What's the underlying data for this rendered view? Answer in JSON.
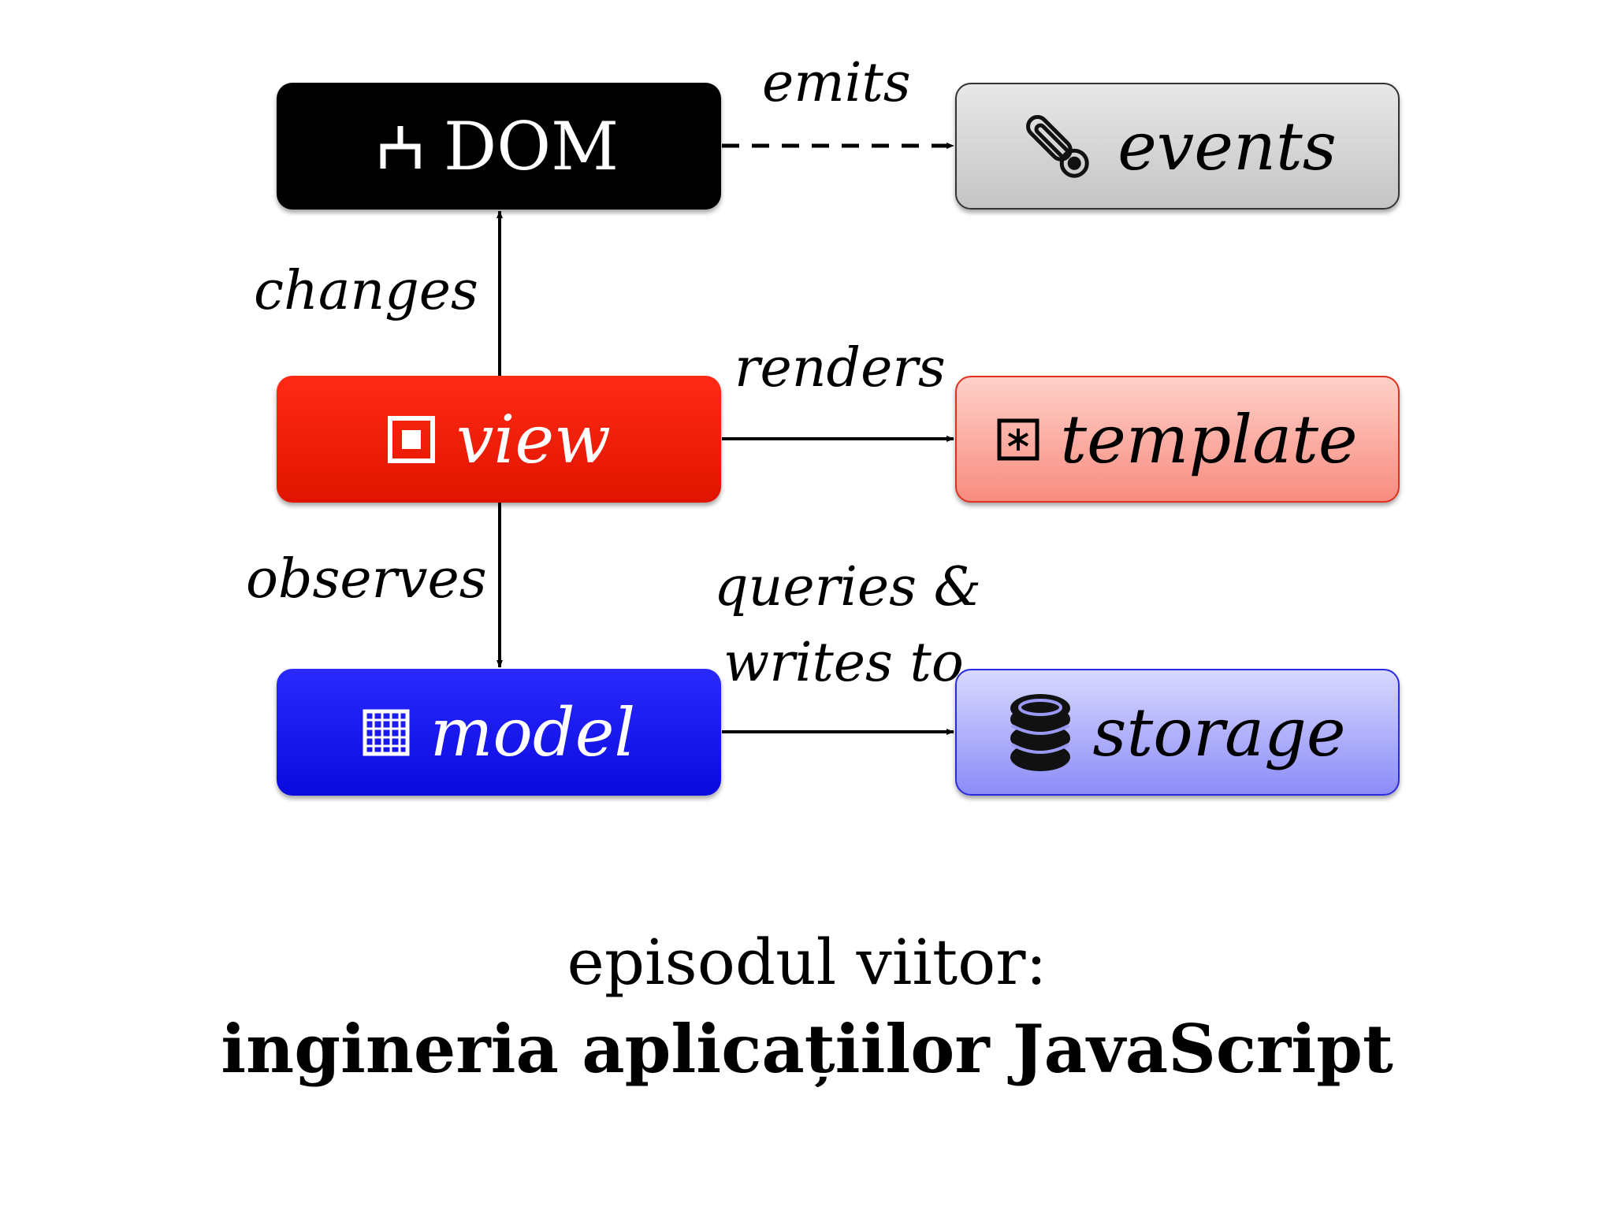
{
  "nodes": {
    "dom": {
      "label": "DOM",
      "icon": "tree-branch-icon",
      "color": "#000000"
    },
    "events": {
      "label": "events",
      "icon": "thermometer-icon",
      "color": "#d0d0d0"
    },
    "view": {
      "label": "view",
      "icon": "square-in-square-icon",
      "color": "#ff1a0a"
    },
    "template": {
      "label": "template",
      "icon": "boxed-asterisk-icon",
      "color": "#fcaaa0"
    },
    "model": {
      "label": "model",
      "icon": "grid-icon",
      "color": "#1414f0"
    },
    "storage": {
      "label": "storage",
      "icon": "database-icon",
      "color": "#aaaaff"
    }
  },
  "edges": {
    "emits": "emits",
    "changes": "changes",
    "renders": "renders",
    "observes": "observes",
    "queries_line1": "queries &",
    "queries_line2": "writes to"
  },
  "footer": {
    "subtitle": "episodul viitor:",
    "title": "ingineria aplicațiilor JavaScript"
  }
}
